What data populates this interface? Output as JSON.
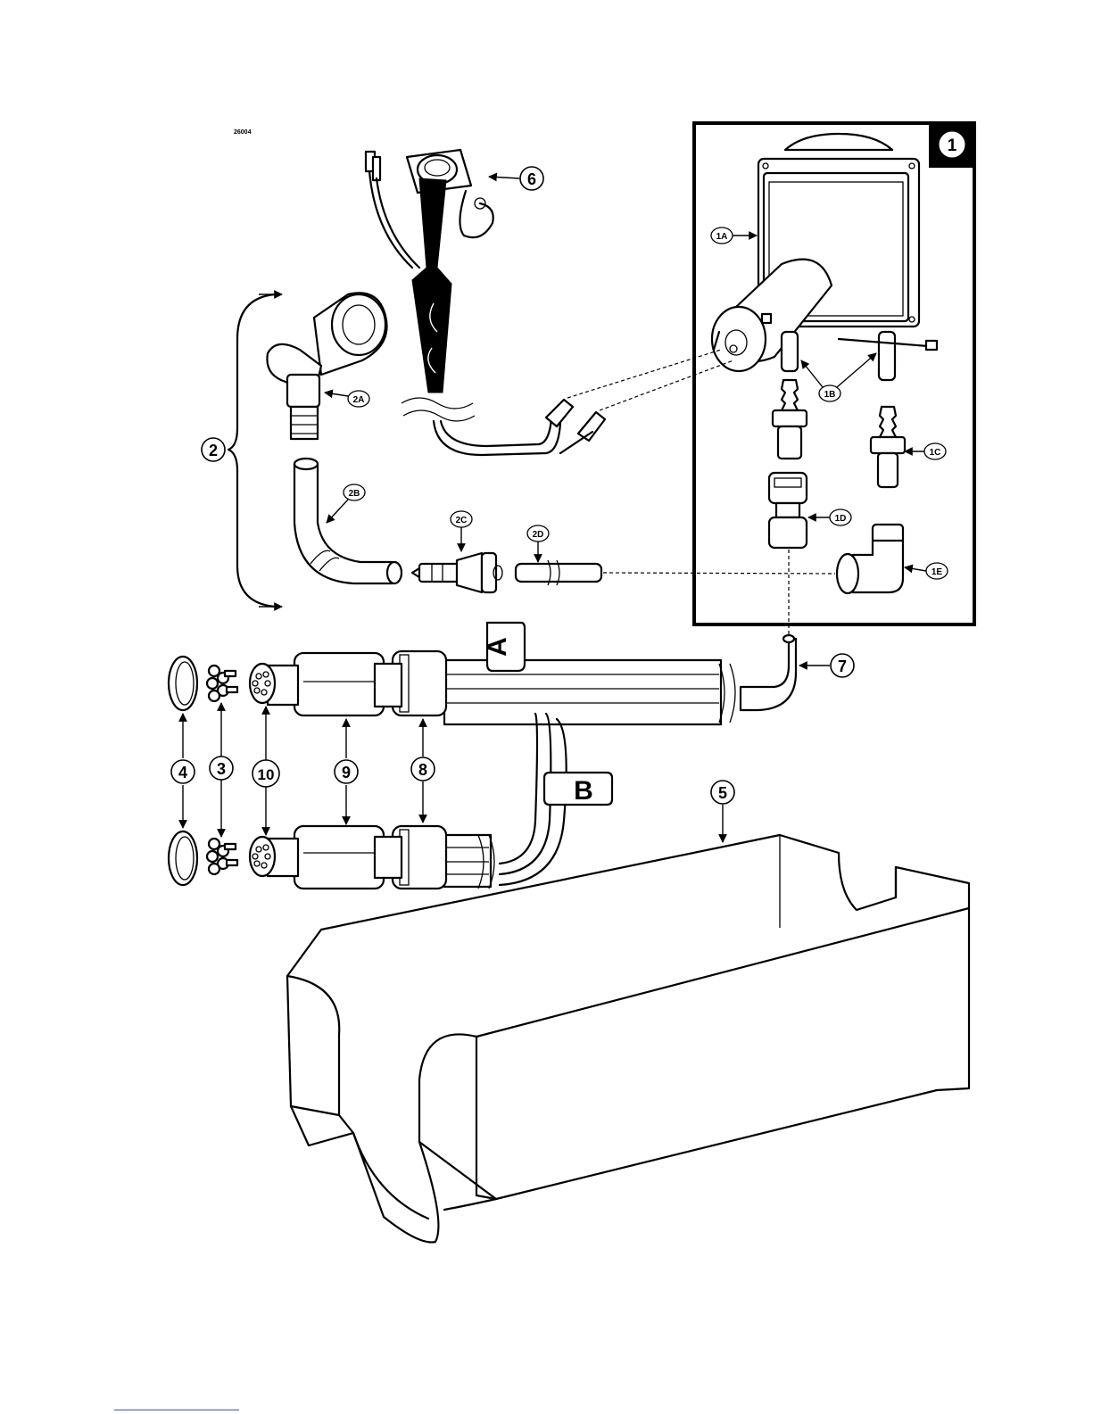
{
  "figure": {
    "ref_code": "26004",
    "callouts": {
      "c1": "1",
      "c1A": "1A",
      "c1B": "1B",
      "c1C": "1C",
      "c1D": "1D",
      "c1E": "1E",
      "c2": "2",
      "c2A": "2A",
      "c2B": "2B",
      "c2C": "2C",
      "c2D": "2D",
      "c3": "3",
      "c4": "4",
      "c5": "5",
      "c6": "6",
      "c7": "7",
      "c8": "8",
      "c9": "9",
      "c10": "10"
    },
    "harness_tags": {
      "a": "A",
      "b": "B"
    }
  }
}
